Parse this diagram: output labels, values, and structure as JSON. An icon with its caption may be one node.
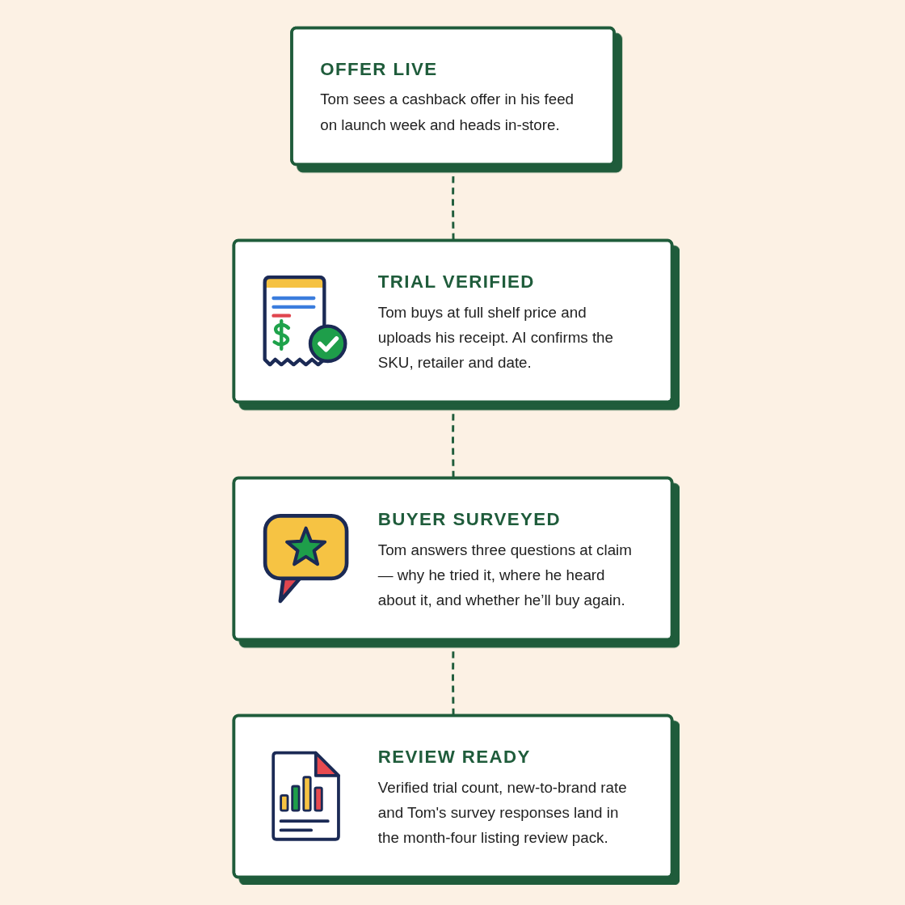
{
  "diagram": {
    "nodes": [
      {
        "text": [
          "OFFER LIVE",
          "Tom sees a cashback offer in his feed on launch week and heads in-store."
        ]
      },
      {
        "text": [
          "TRIAL VERIFIED",
          "Tom buys at full shelf price and uploads his receipt. AI confirms the SKU, retailer and date."
        ]
      },
      {
        "text": [
          "BUYER SURVEYED",
          "Tom answers three questions at claim — why he tried it, where he heard about it, and whether he’ll buy again."
        ]
      },
      {
        "text": [
          "REVIEW READY",
          "Verified trial count, new-to-brand rate and Tom's survey responses land in the month-four listing review pack."
        ]
      }
    ],
    "edges": [
      {
        "from": 0,
        "to": 1,
        "arrow": "none",
        "style": "dashed"
      },
      {
        "from": 1,
        "to": 2,
        "arrow": "none",
        "style": "dashed"
      },
      {
        "from": 2,
        "to": 3,
        "arrow": "none",
        "style": "dashed"
      }
    ]
  }
}
